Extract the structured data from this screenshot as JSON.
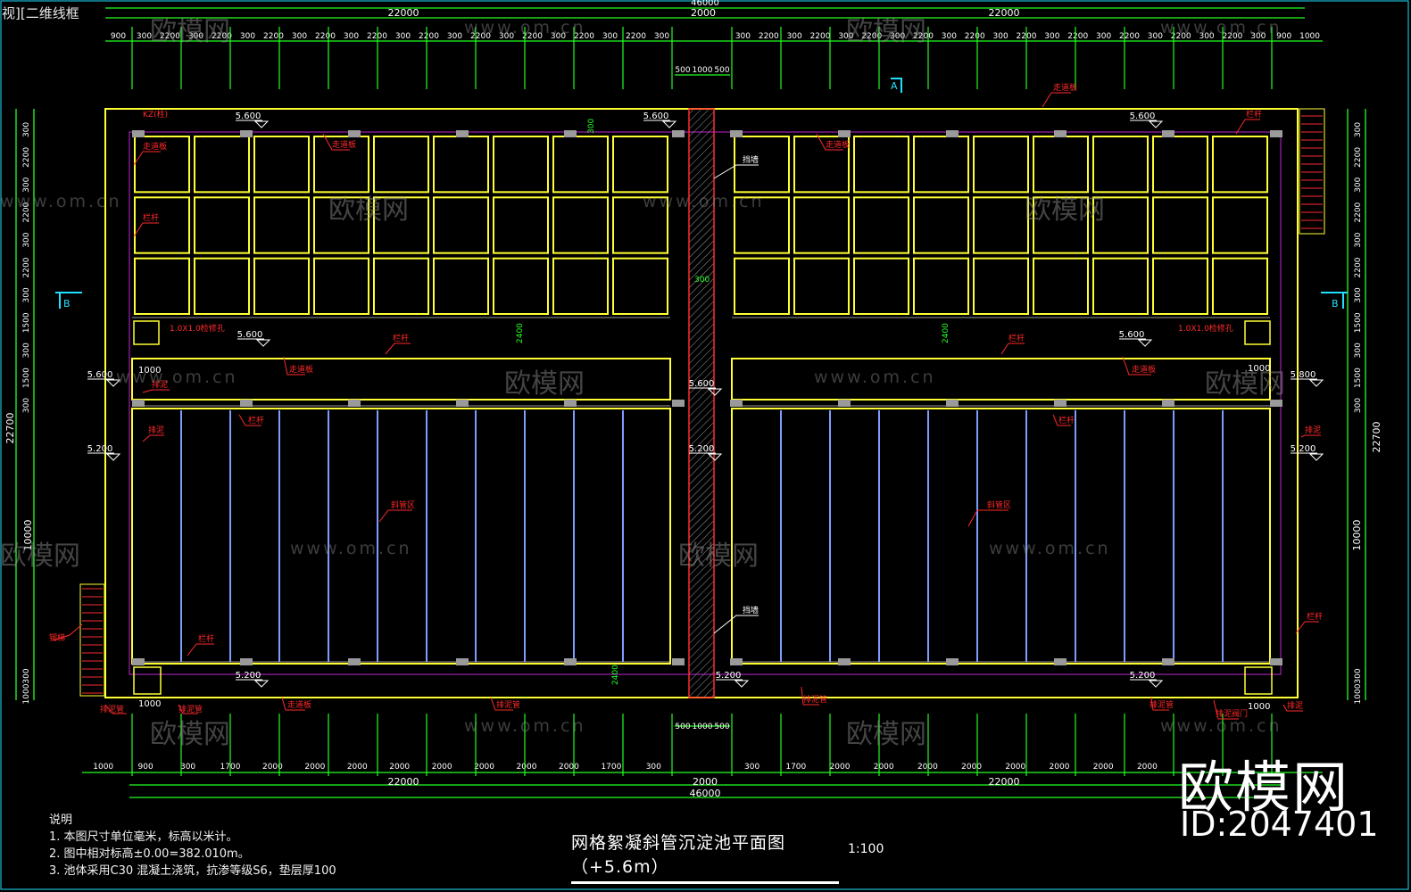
{
  "viewport_label": "视][二维线框",
  "dims_top": {
    "overall": "46000",
    "left_span": "22000",
    "center_span": "2000",
    "right_span": "22000",
    "chain_left": [
      "900",
      "300",
      "2200",
      "300",
      "2200",
      "300",
      "2200",
      "300",
      "2200",
      "300",
      "2200",
      "300",
      "2200",
      "300",
      "2200",
      "300",
      "2200",
      "300",
      "2200",
      "300",
      "2200",
      "300"
    ],
    "chain_right": [
      "300",
      "2200",
      "300",
      "2200",
      "300",
      "2200",
      "300",
      "2200",
      "300",
      "2200",
      "300",
      "2200",
      "300",
      "2200",
      "300",
      "2200",
      "300",
      "2200",
      "300",
      "2200",
      "300",
      "900",
      "1000"
    ],
    "center_chain": [
      "500",
      "1000",
      "500"
    ]
  },
  "dims_bottom": {
    "overall": "46000",
    "left_span": "22000",
    "center_span": "2000",
    "right_span": "22000",
    "chain_left": [
      "1000",
      "900",
      "300",
      "1700",
      "2000",
      "2000",
      "2000",
      "2000",
      "2000",
      "2000",
      "2000",
      "2000",
      "1700",
      "300"
    ],
    "chain_right": [
      "300",
      "1700",
      "2000",
      "2000",
      "2000",
      "2000",
      "2000",
      "2000",
      "2000",
      "2000"
    ],
    "center_chain": [
      "500",
      "1000",
      "500"
    ]
  },
  "dims_side": {
    "total": "22700",
    "upper_rows": [
      "300",
      "2200",
      "300",
      "2200",
      "300",
      "2200",
      "300",
      "1500",
      "300",
      "1500",
      "300"
    ],
    "lower": "10000",
    "bottom": [
      "300",
      "1000"
    ]
  },
  "elevations": {
    "top_left": "5.600",
    "top_mid": "5.600",
    "top_right": "5.600",
    "channel_left": "5.600",
    "channel_right": "5.800",
    "walkway_left": "5.600",
    "walkway_right": "5.600",
    "center": "5.600",
    "lower_left": "5.200",
    "lower_right": "5.200",
    "center_lower": "5.200",
    "bottom_left": "5.200",
    "bottom_right": "5.200",
    "bottom_center": "5.200"
  },
  "section_marks": {
    "a_top": "A",
    "b_left": "B",
    "b_right": "B"
  },
  "small_dims": {
    "pit_left": "1000",
    "pit_right": "1000",
    "walk_left": "1000",
    "walk_right": "1000"
  },
  "notes": {
    "heading": "说明",
    "line1": "1. 本图尺寸单位毫米，标高以米计。",
    "line2": "2. 图中相对标高±0.00=382.010m。",
    "line3": "3. 池体采用C30 混凝土浇筑，抗渗等级S6，垫层厚100"
  },
  "title": {
    "text": "网格絮凝斜管沉淀池平面图（+5.6m）",
    "scale": "1:100"
  },
  "watermark": {
    "brand": "欧模网",
    "id": "ID:2047401",
    "faint": "欧模网",
    "url": "www.om.cn"
  },
  "colors": {
    "yellow": "#ffff33",
    "green": "#22ff22",
    "red": "#ff2a2a",
    "cyan": "#22e0ff",
    "blue": "#7c9cff",
    "grey": "#9a9a9a",
    "magenta": "#c026d3"
  }
}
